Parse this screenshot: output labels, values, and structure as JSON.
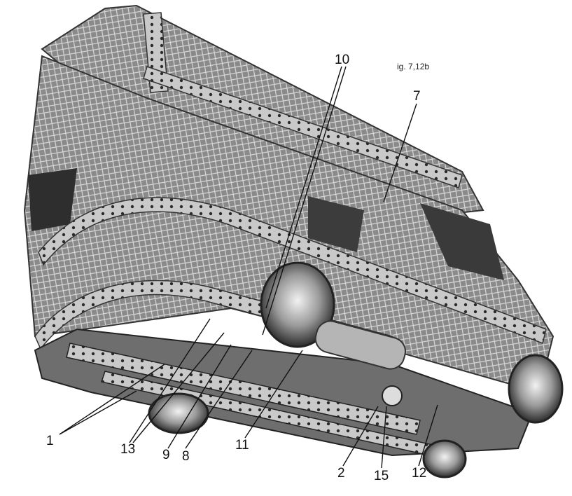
{
  "caption": "ig. 7,12b",
  "callouts": [
    "10",
    "7",
    "1",
    "13",
    "9",
    "8",
    "11",
    "2",
    "15",
    "12"
  ]
}
